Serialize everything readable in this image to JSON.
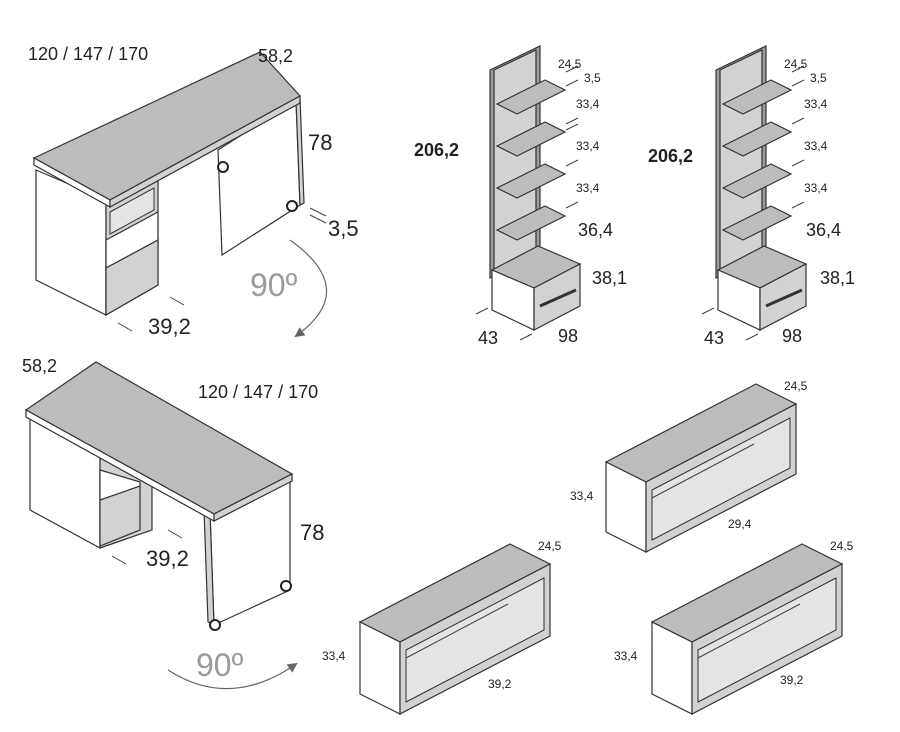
{
  "desk_top": {
    "widths": "120 / 147 / 170",
    "depth": "58,2",
    "height": "78",
    "thickness": "3,5",
    "pedestal": "39,2",
    "rotation": "90º"
  },
  "desk_bottom": {
    "widths": "120 / 147 / 170",
    "depth": "58,2",
    "height": "78",
    "pedestal": "39,2",
    "rotation": "90º"
  },
  "bookcase_left": {
    "height": "206,2",
    "top_depth": "24,5",
    "thickness": "3,5",
    "gap1": "33,4",
    "gap2": "33,4",
    "gap3": "33,4",
    "gap4": "36,4",
    "base": "38,1",
    "depth": "43",
    "width": "98"
  },
  "bookcase_right": {
    "height": "206,2",
    "top_depth": "24,5",
    "thickness": "3,5",
    "gap1": "33,4",
    "gap2": "33,4",
    "gap3": "33,4",
    "gap4": "36,4",
    "base": "38,1",
    "depth": "43",
    "width": "98"
  },
  "shelf_top_right": {
    "depth": "24,5",
    "height": "33,4",
    "width": "29,4"
  },
  "shelf_bottom_mid": {
    "depth": "24,5",
    "height": "33,4",
    "width": "39,2"
  },
  "shelf_bottom_right": {
    "depth": "24,5",
    "height": "33,4",
    "width": "39,2"
  }
}
